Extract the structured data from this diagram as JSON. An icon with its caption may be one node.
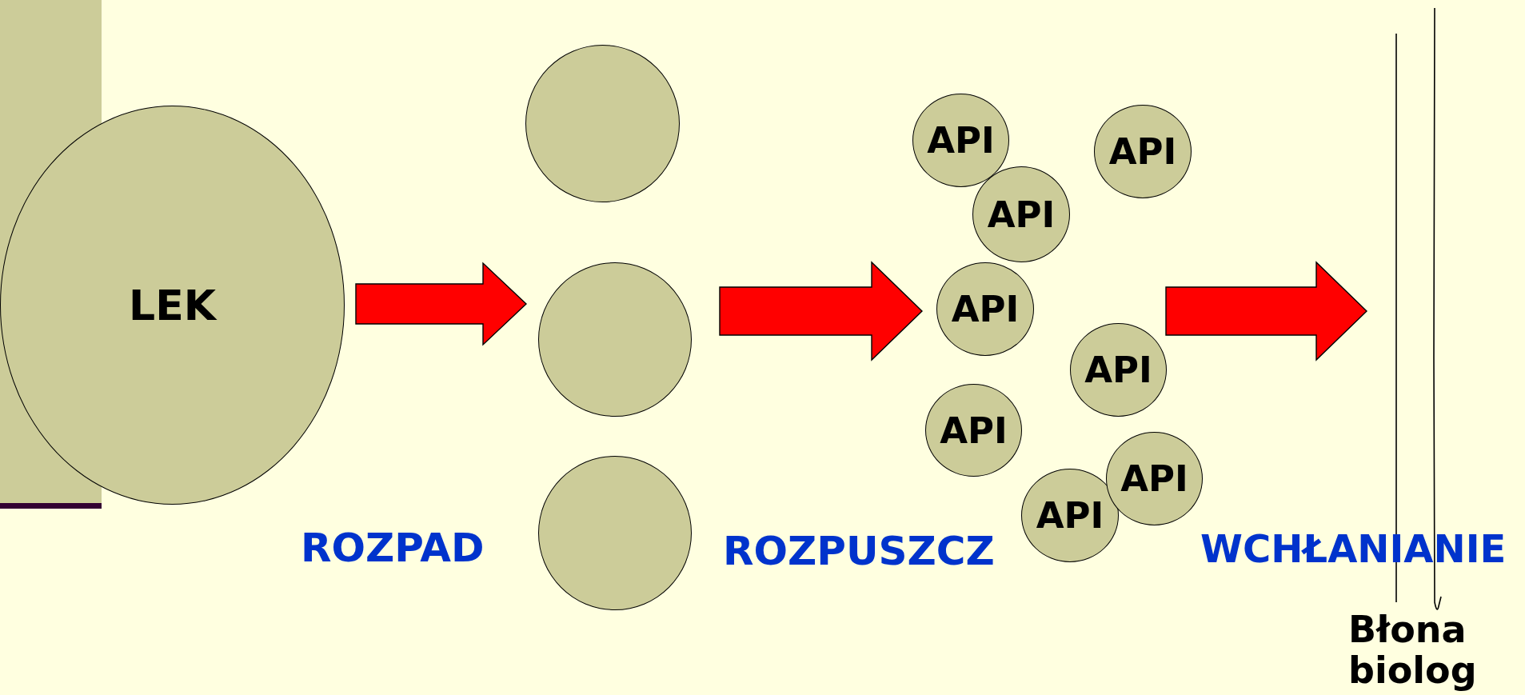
{
  "diagram": {
    "nodes": [
      {
        "text": [
          "LEK"
        ]
      },
      {
        "text": [],
        "shape": "circle"
      },
      {
        "text": [],
        "shape": "circle"
      },
      {
        "text": [],
        "shape": "circle"
      },
      {
        "text": [
          "API"
        ]
      },
      {
        "text": [
          "API"
        ]
      },
      {
        "text": [
          "API"
        ]
      },
      {
        "text": [
          "API"
        ]
      },
      {
        "text": [
          "API"
        ]
      },
      {
        "text": [
          "API"
        ]
      },
      {
        "text": [
          "API"
        ]
      },
      {
        "text": [
          "API"
        ]
      },
      {
        "text": [
          "Błona biolog"
        ]
      }
    ],
    "edges": [
      {
        "from": 0,
        "to": 2,
        "arrow": "to"
      },
      {
        "from": 2,
        "to": 7,
        "arrow": "to"
      },
      {
        "from": 8,
        "to": 12,
        "arrow": "to"
      }
    ],
    "labels": [
      "ROZPAD",
      "ROZPUSZCZ",
      "WCHŁANIANIE"
    ]
  }
}
